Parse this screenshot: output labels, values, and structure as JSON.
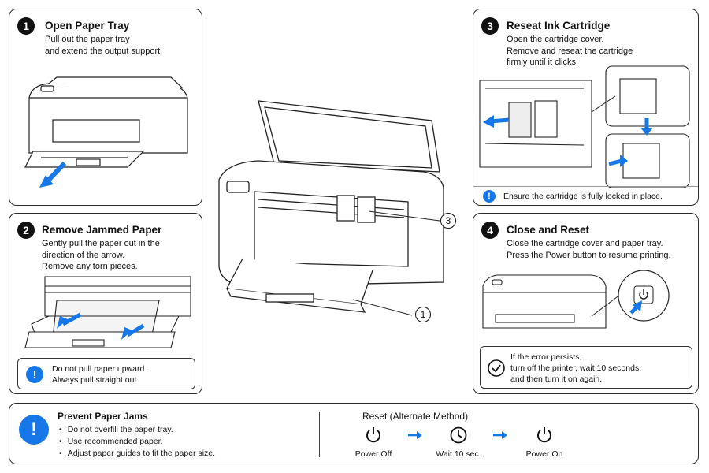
{
  "steps": [
    {
      "number": "1",
      "title": "Open Paper Tray",
      "description": "Pull out the paper tray\nand extend the output support."
    },
    {
      "number": "2",
      "title": "Remove Jammed Paper",
      "description": "Gently pull the paper out in the\ndirection of the arrow.\nRemove any torn pieces.",
      "note": "Do not pull paper upward.\nAlways pull straight out."
    },
    {
      "number": "3",
      "title": "Reseat Ink Cartridge",
      "description": "Open the cartridge cover.\nRemove and reseat the cartridge\nfirmly until it clicks.",
      "note": "Ensure the cartridge is fully locked in place."
    },
    {
      "number": "4",
      "title": "Close and Reset",
      "description": "Close the cartridge cover and paper tray.\nPress the Power button to resume printing.",
      "note": "If the error persists,\nturn off the printer, wait 10 seconds,\nand then turn it on again."
    }
  ],
  "center_callouts": [
    "3",
    "1"
  ],
  "prevent": {
    "title": "Prevent Paper Jams",
    "items": [
      "Do not overfill the paper tray.",
      "Use recommended paper.",
      "Adjust paper guides to fit the paper size."
    ]
  },
  "reset": {
    "title": "Reset (Alternate Method)",
    "sequence": [
      {
        "icon": "power-icon",
        "label": "Power Off"
      },
      {
        "icon": "clock-icon",
        "label": "Wait 10 sec."
      },
      {
        "icon": "power-icon",
        "label": "Power On"
      }
    ]
  },
  "colors": {
    "accent": "#1677e8",
    "line": "#2a2a2a"
  }
}
